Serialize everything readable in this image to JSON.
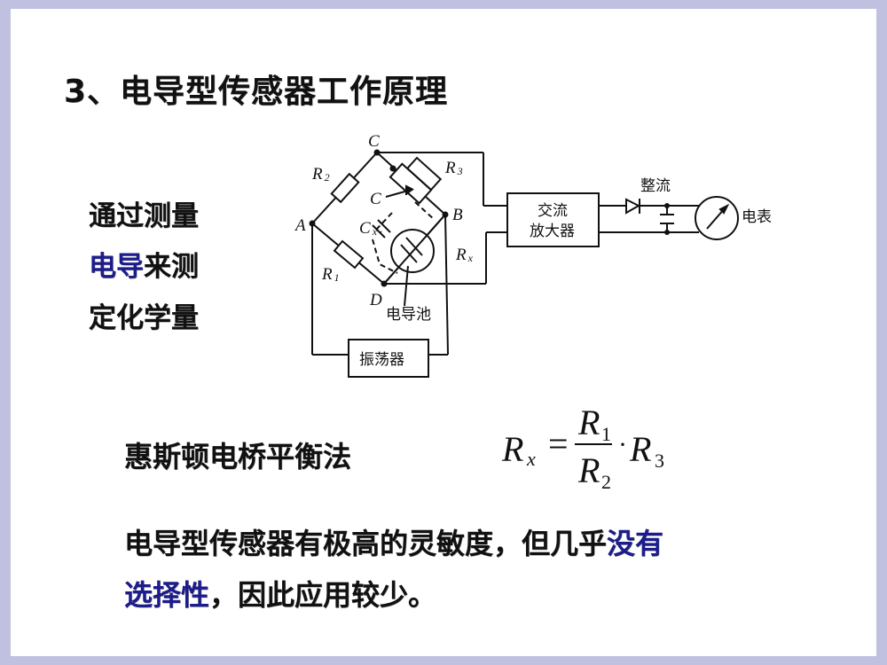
{
  "slide": {
    "title": "3、电导型传感器工作原理",
    "side_text": {
      "line1": "通过测量",
      "line2_blue": "电导",
      "line2_rest": "来测",
      "line3": "定化学量"
    },
    "method_label": "惠斯顿电桥平衡法",
    "formula": {
      "lhs": "R",
      "lhs_sub": "x",
      "equals": "=",
      "numerator": "R",
      "numerator_sub": "1",
      "denominator": "R",
      "denominator_sub": "2",
      "dot": "·",
      "rhs": "R",
      "rhs_sub": "3"
    },
    "conclusion": {
      "line1_black": "电导型传感器有极高的灵敏度，但几乎",
      "line1_blue": "没有",
      "line2_blue": "选择性",
      "line2_black": "，因此应用较少。"
    }
  },
  "diagram": {
    "nodes": {
      "A": "A",
      "B": "B",
      "C": "C",
      "D": "D"
    },
    "labels": {
      "R2": "R",
      "R2_sub": "2",
      "R3": "R",
      "R3_sub": "3",
      "R1": "R",
      "R1_sub": "1",
      "Rx": "R",
      "Rx_sub": "x",
      "C_var": "C",
      "Cx": "C",
      "Cx_sub": "x",
      "cell": "电导池",
      "oscillator": "振荡器",
      "amp_line1": "交流",
      "amp_line2": "放大器",
      "rectifier": "整流",
      "meter": "电表"
    }
  },
  "colors": {
    "border": "#c0c0e0",
    "background": "#ffffff",
    "text": "#111111",
    "highlight": "#1c1c8c"
  }
}
